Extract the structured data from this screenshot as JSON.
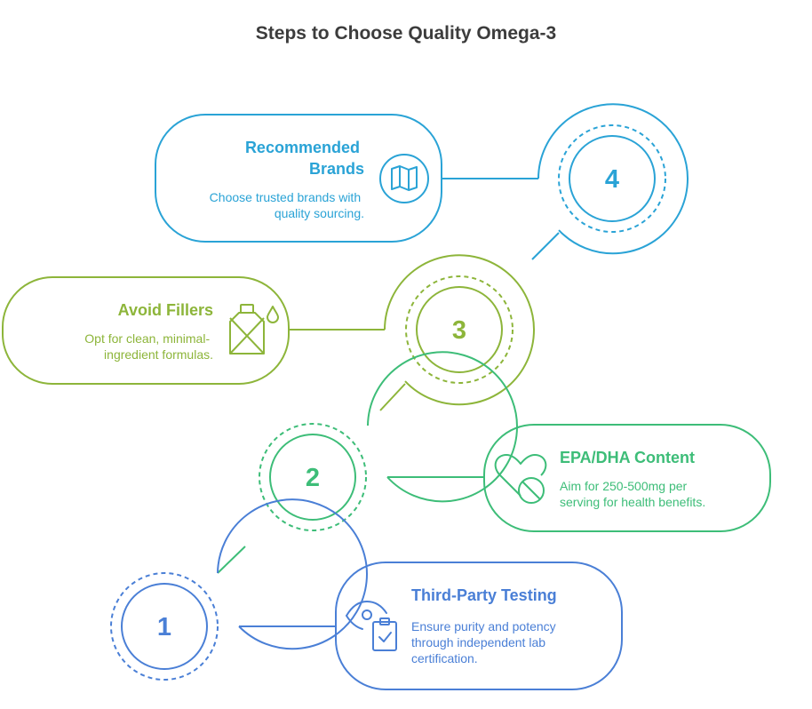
{
  "title": "Steps to Choose Quality Omega-3",
  "colors": {
    "step1": "#4a7fd6",
    "step2": "#3dbd78",
    "step3": "#8db53a",
    "step4": "#2aa3d6"
  },
  "steps": [
    {
      "number": "1",
      "title": "Third-Party Testing",
      "desc": [
        "Ensure purity and potency",
        "through independent lab",
        "certification."
      ],
      "icon": "eye-clipboard-check-icon"
    },
    {
      "number": "2",
      "title": "EPA/DHA Content",
      "desc": [
        "Aim for 250-500mg per",
        "serving for health benefits."
      ],
      "icon": "heart-pill-icon"
    },
    {
      "number": "3",
      "title": "Avoid Fillers",
      "desc": [
        "Opt for clean, minimal-",
        "ingredient formulas."
      ],
      "icon": "crossed-bottle-drop-icon"
    },
    {
      "number": "4",
      "title": [
        "Recommended",
        "Brands"
      ],
      "desc": [
        "Choose trusted brands with",
        "quality sourcing."
      ],
      "icon": "map-icon"
    }
  ]
}
